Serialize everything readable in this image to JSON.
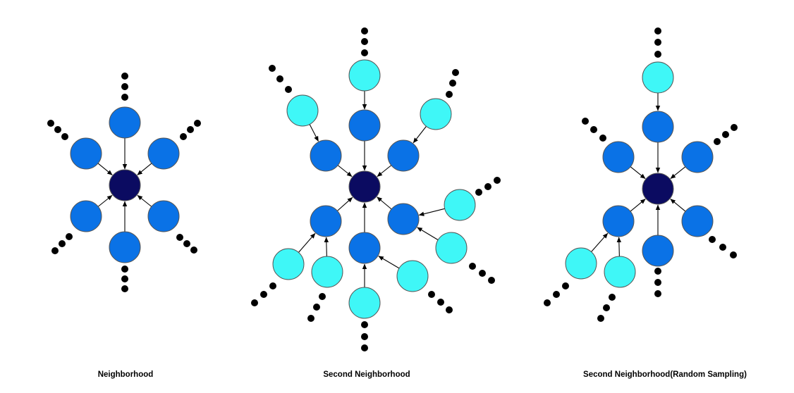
{
  "colors": {
    "center": "#0b0b61",
    "first_neighbor": "#0a72e6",
    "second_neighbor": "#3ff7f7",
    "node_stroke": "#555555",
    "edge": "#000000",
    "ellipsis_dot": "#000000"
  },
  "panels": [
    {
      "id": "neighborhood",
      "caption": "Neighborhood"
    },
    {
      "id": "second-neighborhood",
      "caption": "Second Neighborhood"
    },
    {
      "id": "second-neighborhood-random",
      "caption": "Second Neighborhood(Random Sampling)"
    }
  ]
}
